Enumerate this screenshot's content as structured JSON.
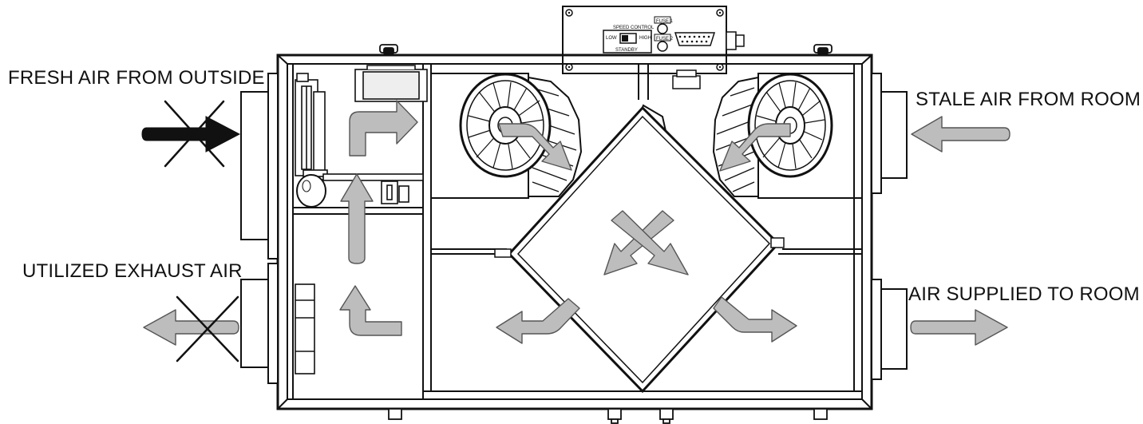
{
  "labels": {
    "fresh_air": "FRESH AIR FROM OUTSIDE",
    "stale_air": "STALE AIR FROM ROOM",
    "exhaust_air": "UTILIZED EXHAUST AIR",
    "supplied_air": "AIR SUPPLIED TO ROOM"
  },
  "control_panel": {
    "title": "SPEED CONTROL",
    "low": "LOW",
    "high": "HIGH",
    "standby": "STANDBY",
    "fuse1": "FUSE 1",
    "fuse2": "FUSE 2"
  },
  "colors": {
    "outline": "#111111",
    "flow_arrow": "#bdbdbd",
    "flow_arrow_edge": "#555555",
    "blocked_arrow": "#111111"
  },
  "icons": {
    "blocked": "cross-mark-icon",
    "fan": "fan-icon",
    "flow": "arrow-icon"
  }
}
